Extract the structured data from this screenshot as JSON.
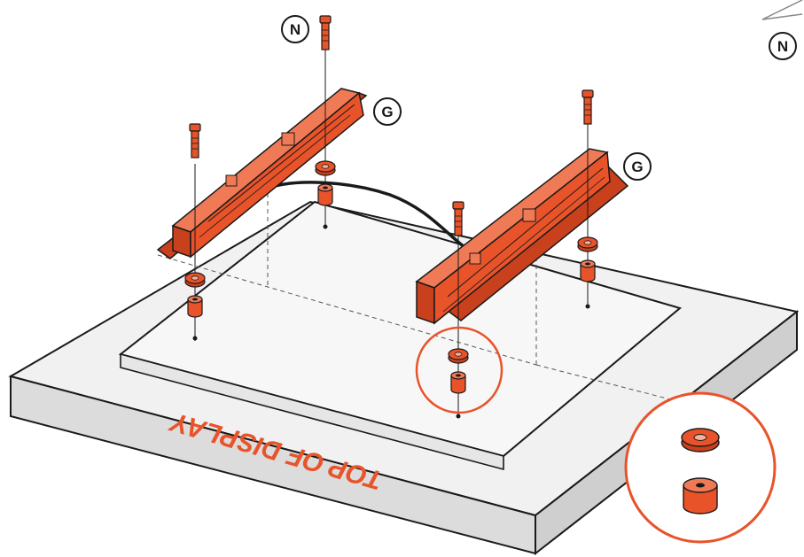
{
  "callouts": {
    "bolt_part": "N",
    "bracket_part": "G",
    "corner_part": "N"
  },
  "display_label": "TOP OF DISPLAY",
  "colors": {
    "accent": "#e8532a",
    "outline": "#1a1a1a",
    "panel_top": "#f1f1f1",
    "panel_side": "#dcdcdc",
    "panel_inner": "#f7f7f7",
    "background": "#ffffff"
  },
  "icons": {
    "bolt": "hex-bolt-icon",
    "washer": "washer-icon",
    "spacer": "spacer-icon",
    "bracket": "mounting-bracket-icon",
    "detail": "magnifier-detail-icon"
  }
}
